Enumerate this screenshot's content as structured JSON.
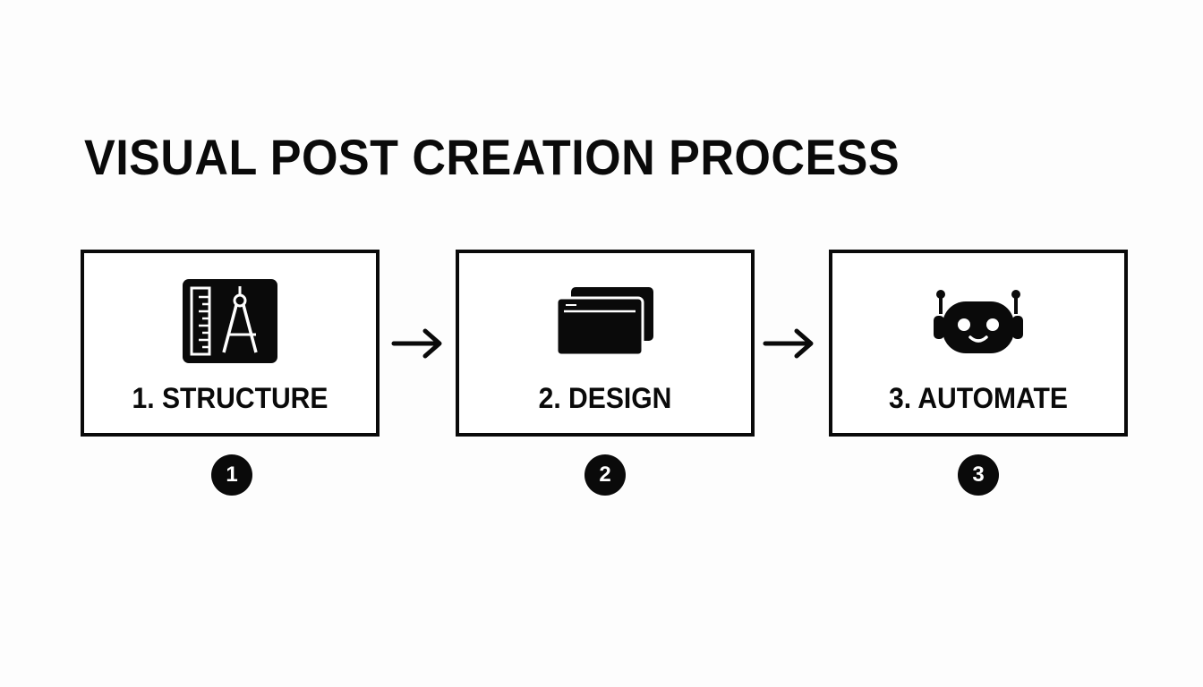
{
  "title": "VISUAL POST CREATION PROCESS",
  "steps": [
    {
      "label": "1. STRUCTURE",
      "badge": "1",
      "icon": "ruler-compass-icon"
    },
    {
      "label": "2. DESIGN",
      "badge": "2",
      "icon": "layered-cards-icon"
    },
    {
      "label": "3. AUTOMATE",
      "badge": "3",
      "icon": "robot-face-icon"
    }
  ],
  "connectors": [
    "arrow-right-icon",
    "arrow-right-icon"
  ],
  "colors": {
    "ink": "#0a0a0a",
    "background": "#fdfdfd"
  }
}
